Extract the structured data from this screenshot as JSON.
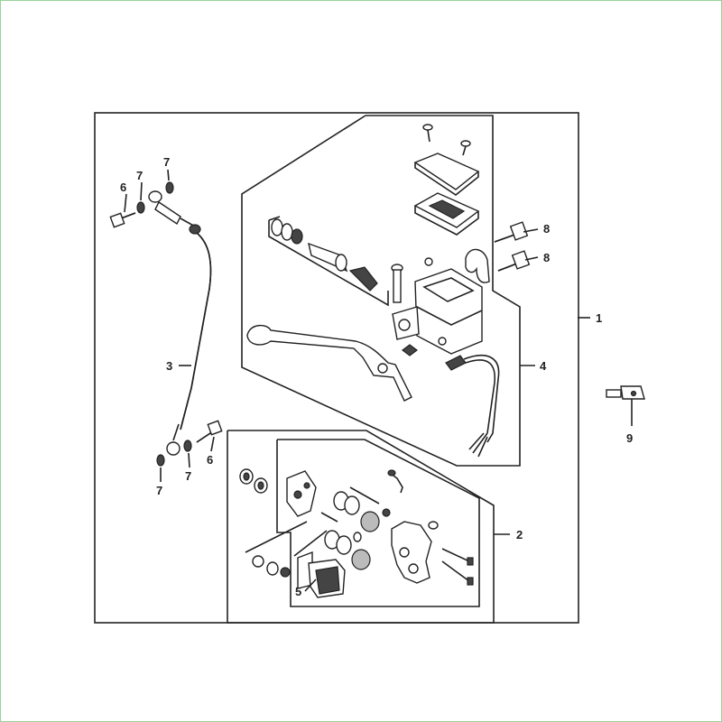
{
  "callouts": {
    "master_cylinder_assembly": "1",
    "brake_caliper_assembly": "2",
    "brake_hose": "3",
    "brake_switch": "4",
    "brake_pad": "5",
    "hose_bolt_top": "6",
    "hose_washer_top_left": "7",
    "hose_washer_top_right": "7",
    "hose_washer_bottom_left": "7",
    "hose_washer_bottom_right": "7",
    "hose_bolt_bottom": "6",
    "holder_bolt_upper": "8",
    "holder_bolt_lower": "8",
    "key": "9"
  },
  "colors": {
    "line": "#222222",
    "frame_border": "#9ad29a",
    "background": "#ffffff"
  }
}
